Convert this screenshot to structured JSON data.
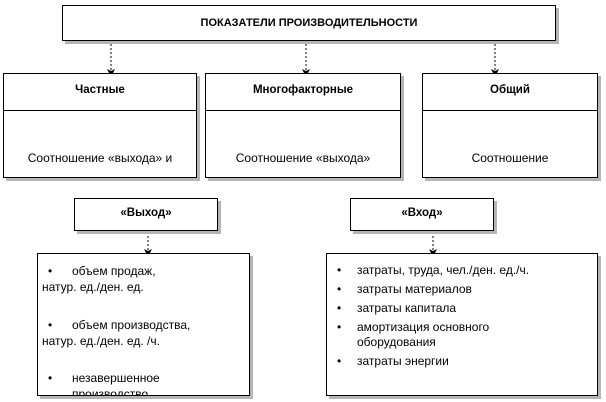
{
  "top": {
    "title": "ПОКАЗАТЕЛИ ПРОИЗВОДИТЕЛЬНОСТИ"
  },
  "categories": [
    {
      "title": "Частные",
      "body": "Соотношение «выхода» и"
    },
    {
      "title": "Многофакторные",
      "body": "Соотношение «выхода»"
    },
    {
      "title": "Общий",
      "body": "Соотношение"
    }
  ],
  "output": {
    "title": "«Выход»",
    "items": [
      {
        "line1": "объем продаж,",
        "line2": "натур. ед./ден. ед."
      },
      {
        "line1": "объем производства,",
        "line2": "натур. ед./ден. ед. /ч."
      },
      {
        "line1": "незавершенное",
        "line2": "производство"
      }
    ]
  },
  "input": {
    "title": "«Вход»",
    "items": [
      "затраты, труда, чел./ден. ед./ч.",
      "затраты материалов",
      "затраты капитала",
      "амортизация основного оборудования",
      "затраты энергии"
    ]
  },
  "bullet_char": "•",
  "colors": {
    "border": "#000000",
    "shadow": "#b5b5b5",
    "background": "#ffffff"
  }
}
